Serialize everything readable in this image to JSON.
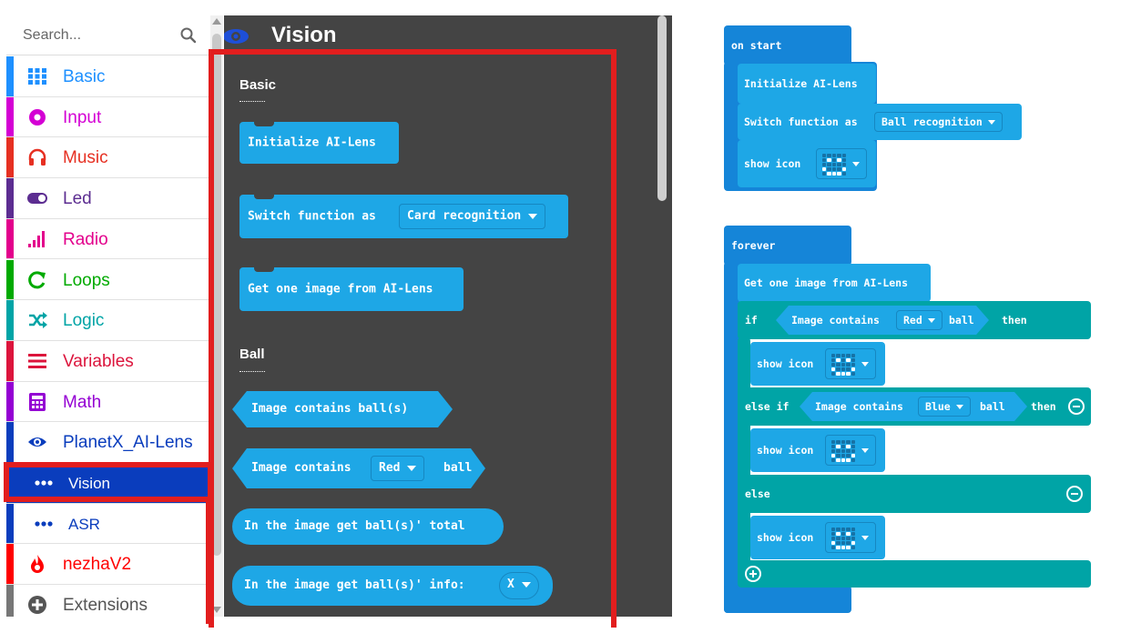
{
  "toolbox": {
    "search_placeholder": "Search...",
    "categories": [
      {
        "label": "Basic",
        "color": "#1e90ff",
        "icon": "grid-icon"
      },
      {
        "label": "Input",
        "color": "#d400d4",
        "icon": "circle-target-icon"
      },
      {
        "label": "Music",
        "color": "#e63022",
        "icon": "headphones-icon"
      },
      {
        "label": "Led",
        "color": "#5c2d91",
        "icon": "toggle-icon"
      },
      {
        "label": "Radio",
        "color": "#e3008c",
        "icon": "signal-bars-icon"
      },
      {
        "label": "Loops",
        "color": "#00aa00",
        "icon": "loop-arrow-icon"
      },
      {
        "label": "Logic",
        "color": "#00a4a6",
        "icon": "shuffle-icon"
      },
      {
        "label": "Variables",
        "color": "#dc143c",
        "icon": "list-lines-icon"
      },
      {
        "label": "Math",
        "color": "#9400d3",
        "icon": "calculator-icon"
      },
      {
        "label": "PlanetX_AI-Lens",
        "color": "#0a3dbd",
        "icon": "eye-icon"
      },
      {
        "label": "Vision",
        "color": "#0a3dbd",
        "icon": "more-dots-icon"
      },
      {
        "label": "ASR",
        "color": "#0a3dbd",
        "icon": "more-dots-icon"
      },
      {
        "label": "nezhaV2",
        "color": "#ff0000",
        "icon": "flame-icon"
      },
      {
        "label": "Extensions",
        "color": "#777777",
        "icon": "plus-circle-icon"
      }
    ]
  },
  "flyout": {
    "title": "Vision",
    "section_basic": "Basic",
    "section_ball": "Ball",
    "blocks": {
      "init": "Initialize AI-Lens",
      "switch_fn": "Switch function as",
      "switch_value": "Card recognition",
      "get_image": "Get one image from AI-Lens",
      "contains_balls": "Image contains ball(s)",
      "contains_prefix": "Image contains",
      "contains_value": "Red",
      "contains_suffix": "ball",
      "total": "In the image get ball(s)' total",
      "info": "In the image get ball(s)' info:",
      "info_value": "X"
    }
  },
  "workspace": {
    "on_start": "on start",
    "init": "Initialize AI-Lens",
    "switch_fn": "Switch function as",
    "switch_value": "Ball recognition",
    "show_icon": "show icon",
    "forever": "forever",
    "get_image": "Get one image from AI-Lens",
    "if_label": "if",
    "cond1_prefix": "Image contains",
    "cond1_value": "Red",
    "cond1_suffix": "ball",
    "then": "then",
    "else_if": "else if",
    "cond2_prefix": "Image contains",
    "cond2_value": "Blue",
    "cond2_suffix": "ball",
    "else_label": "else"
  },
  "colors": {
    "block_blue": "#1ea7e6",
    "block_dark_blue": "#1585d8",
    "logic_teal": "#00a4a6",
    "flyout_bg": "#444444",
    "highlight_red": "#e21e1e"
  }
}
